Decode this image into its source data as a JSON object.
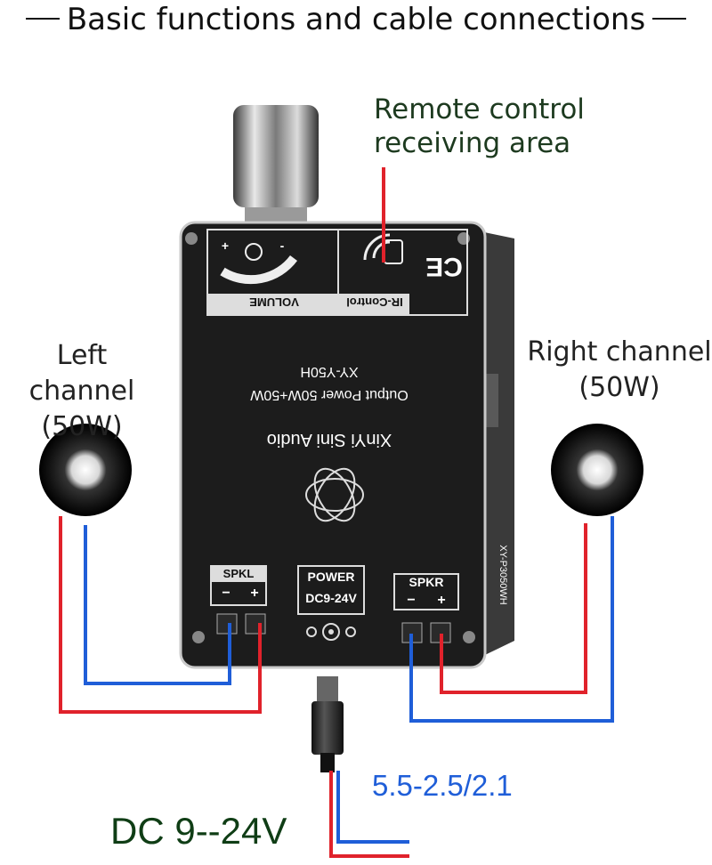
{
  "title": "Basic functions and cable connections",
  "callouts": {
    "remote_line1": "Remote control",
    "remote_line2": "receiving area",
    "left_line1": "Left channel",
    "left_line2": "(50W)",
    "right_line1": "Right channel",
    "right_line2": "(50W)",
    "plug_size": "5.5-2.5/2.1",
    "voltage": "DC 9--24V"
  },
  "board": {
    "brand": "XinYi Sini Audio",
    "output": "Output Power 50W+50W",
    "model": "XY-Y50H",
    "volume_label": "VOLUME",
    "ir_label": "IR-Control",
    "ce_mark": "CE",
    "side_model": "XY-P3050WH",
    "vol_plus": "+",
    "vol_minus": "-",
    "spkl": "SPKL",
    "power": "POWER",
    "dc_range": "DC9-24V",
    "spkr": "SPKR",
    "minus": "−",
    "plus": "+"
  },
  "colors": {
    "red_wire": "#e0222b",
    "blue_wire": "#1f5ed8",
    "board": "#1c1c1c",
    "callout_text": "#1d3a1f"
  }
}
